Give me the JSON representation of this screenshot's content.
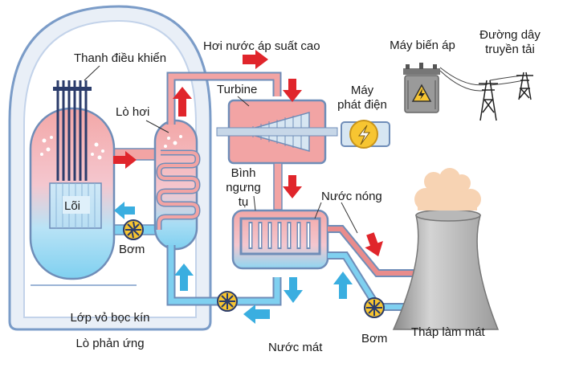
{
  "labels": {
    "control_rods": "Thanh điều khiển",
    "boiler": "Lò hơi",
    "core": "Lõi",
    "pump_left": "Bơm",
    "containment": "Lớp vỏ bọc kín",
    "reactor": "Lò phản ứng",
    "high_pressure_steam": "Hơi nước áp suất cao",
    "turbine": "Turbine",
    "generator_line1": "Máy",
    "generator_line2": "phát điện",
    "transformer": "Máy biến áp",
    "power_lines_line1": "Đường dây",
    "power_lines_line2": "truyền tải",
    "condenser_line1": "Bình",
    "condenser_line2": "ngưng",
    "condenser_line3": "tụ",
    "hot_water": "Nước nóng",
    "cooling_tower": "Tháp làm mát",
    "pump_right": "Bơm",
    "cool_water": "Nước mát"
  },
  "colors": {
    "hot_pink": "#f2a4a4",
    "hot_pipe": "#e98c8c",
    "cool_blue": "#7fd0f0",
    "arrow_red": "#e0252b",
    "arrow_blue": "#3aaee0",
    "containment_fill": "#e9eff7",
    "containment_stroke": "#7b9cc8",
    "tower": "#a9a9a9",
    "steam_cloud": "#f7d3b3",
    "pump_yellow": "#f7c531"
  }
}
